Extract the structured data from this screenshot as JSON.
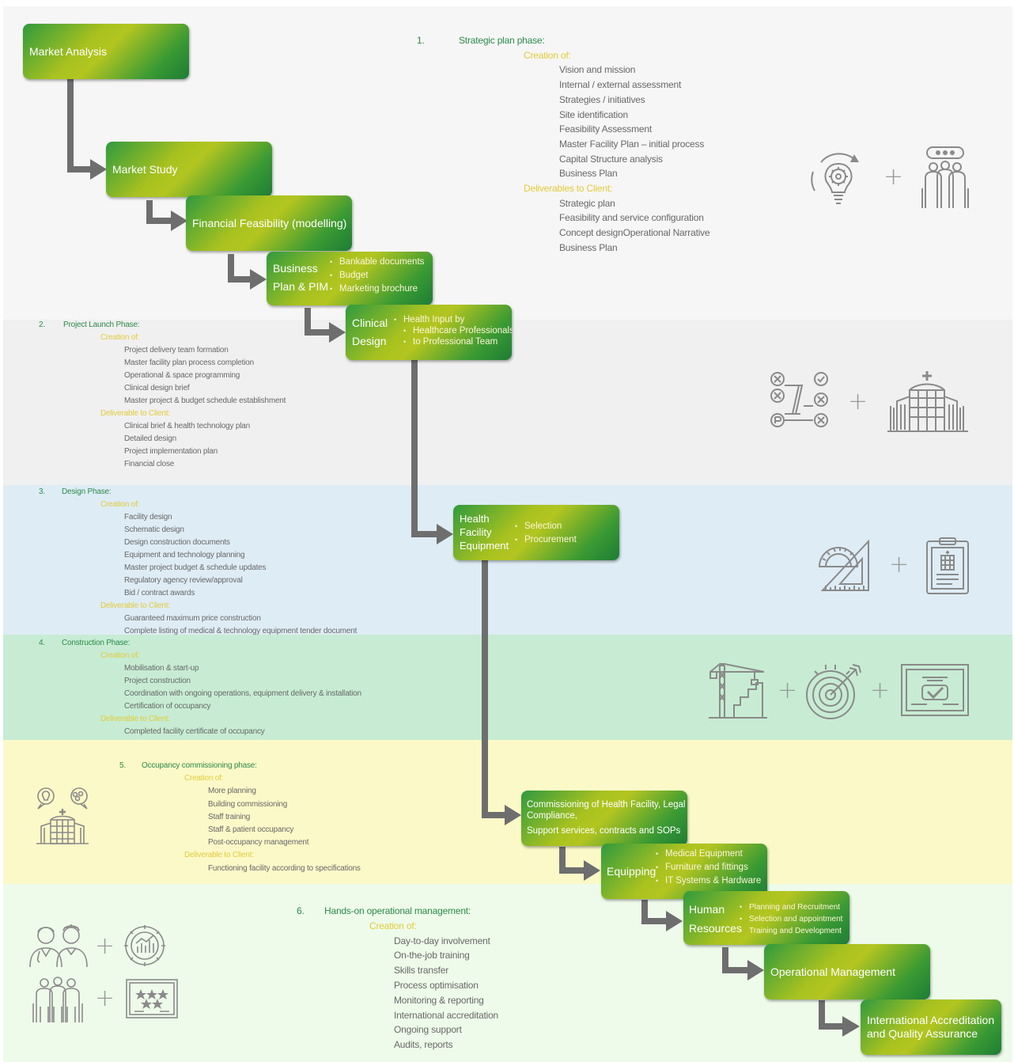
{
  "phases": {
    "p1": {
      "num": "1.",
      "title": "Strategic plan phase:",
      "creation_label": "Creation of:",
      "creation": [
        "Vision and mission",
        "Internal / external assessment",
        "Strategies / initiatives",
        "Site identification",
        "Feasibility Assessment",
        "Master Facility Plan – initial process",
        "Capital Structure analysis",
        "Business Plan"
      ],
      "deliverables_label": "Deliverables to Client:",
      "deliverables": [
        "Strategic plan",
        "Feasibility and service configuration",
        "Concept designOperational Narrative",
        "Business Plan"
      ]
    },
    "p2": {
      "num": "2.",
      "title": "Project Launch Phase:",
      "creation_label": "Creation of:",
      "creation": [
        "Project delivery team formation",
        "Master facility plan process completion",
        "Operational & space programming",
        "Clinical design brief",
        "Master project & budget schedule establishment"
      ],
      "deliverables_label": "Deliverable to Client:",
      "deliverables": [
        "Clinical brief & health technology plan",
        "Detailed design",
        "Project implementation plan",
        "Financial close"
      ]
    },
    "p3": {
      "num": "3.",
      "title": "Design Phase:",
      "creation_label": "Creation of:",
      "creation": [
        "Facility design",
        "Schematic design",
        "Design construction documents",
        "Equipment and technology planning",
        "Master project budget & schedule updates",
        "Regulatory agency review/approval",
        "Bid / contract awards"
      ],
      "deliverables_label": "Deliverable to Client:",
      "deliverables": [
        "Guaranteed maximum price construction",
        "Complete listing of medical & technology equipment tender document"
      ]
    },
    "p4": {
      "num": "4.",
      "title": "Construction Phase:",
      "creation_label": "Creation of:",
      "creation": [
        "Mobilisation & start-up",
        "Project construction",
        "Coordination with ongoing operations, equipment delivery & installation",
        "Certification of occupancy"
      ],
      "deliverables_label": "Deliverable to Client:",
      "deliverables": [
        "Completed facility certificate of occupancy"
      ]
    },
    "p5": {
      "num": "5.",
      "title": "Occupancy commissioning phase:",
      "creation_label": "Creation of:",
      "creation": [
        "More planning",
        "Building commissioning",
        "Staff training",
        "Staff & patient occupancy",
        "Post-occupancy management"
      ],
      "deliverables_label": "Deliverable to Client:",
      "deliverables": [
        "Functioning facility according to specifications"
      ]
    },
    "p6": {
      "num": "6.",
      "title": "Hands-on operational management:",
      "creation_label": "Creation of:",
      "creation": [
        "Day-to-day involvement",
        "On-the-job training",
        "Skills transfer",
        "Process optimisation",
        "Monitoring & reporting",
        "International accreditation",
        "Ongoing support",
        "Audits, reports"
      ]
    }
  },
  "steps": {
    "market_analysis": "Market Analysis",
    "market_study": "Market Study",
    "financial_feasibility": "Financial Feasibility (modelling)",
    "business_plan": {
      "line1": "Business",
      "line2": "Plan & PIM",
      "bullets": [
        "Bankable documents",
        "Budget",
        "Marketing brochure"
      ]
    },
    "clinical_design": {
      "line1": "Clinical",
      "line2": "Design",
      "bullets": [
        "Health Input by",
        "Healthcare Professionals",
        "to Professional Team"
      ]
    },
    "equipment": {
      "line1": "Health",
      "line2": "Facility",
      "line3": "Equipment",
      "bullets": [
        "Selection",
        "Procurement"
      ]
    },
    "commissioning": {
      "line1": "Commissioning of Health Facility, Legal",
      "line2": "Compliance,",
      "line3": "Support services, contracts and SOPs"
    },
    "equipping": {
      "label": "Equipping",
      "bullets": [
        "Medical Equipment",
        "Furniture and fittings",
        "IT Systems & Hardware"
      ]
    },
    "hr": {
      "line1": "Human",
      "line2": "Resources",
      "bullets": [
        "Planning and Recruitment",
        "Selection and appointment",
        "Training and Development"
      ]
    },
    "operational": "Operational Management",
    "accreditation": {
      "line1": "International Accreditation",
      "line2": "and Quality Assurance"
    }
  },
  "plus_sign": "+",
  "icons": [
    "gear-bulb-icon",
    "team-speech-icon",
    "checklist-flow-icon",
    "hospital-building-icon",
    "drafting-tools-icon",
    "blueprint-clipboard-icon",
    "construction-crane-icon",
    "target-icon",
    "certificate-icon",
    "idea-hospital-icon",
    "doctor-nurse-icon",
    "analytics-gear-icon",
    "staff-group-icon",
    "star-rating-icon"
  ],
  "colors": {
    "heading": "#2c8a4a",
    "subheading": "#e2cb3a",
    "item": "#686868",
    "arrow": "#6e6e6e",
    "icon": "#8a8a8a"
  }
}
